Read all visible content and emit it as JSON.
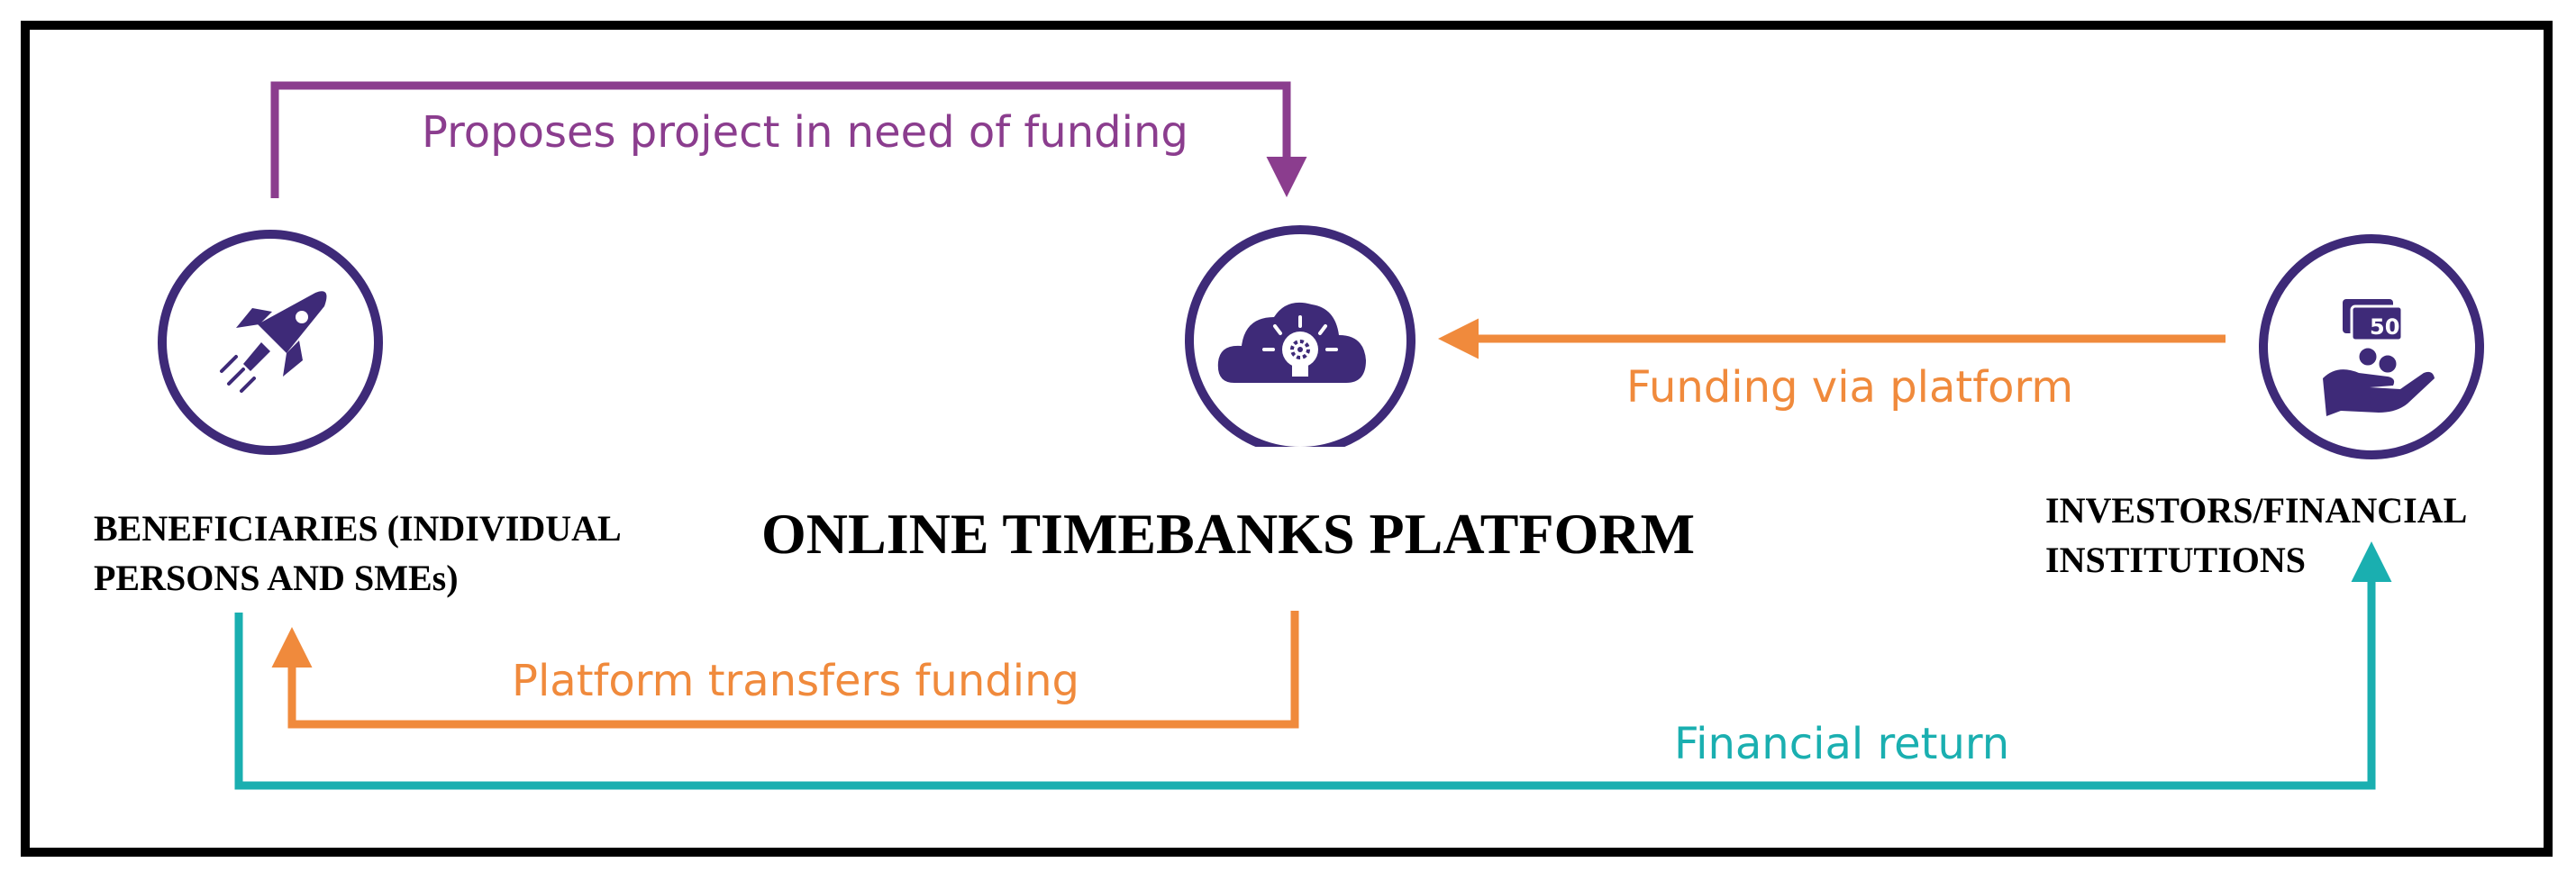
{
  "diagram": {
    "colors": {
      "purple": "#8B3D8E",
      "orange": "#F08A3C",
      "teal": "#1AAFB0",
      "icon_purple": "#3E2A78",
      "frame": "#000000"
    },
    "nodes": {
      "beneficiaries": {
        "line1": "BENEFICIARIES (INDIVIDUAL",
        "line2": "PERSONS AND SMEs)",
        "icon": "rocket-icon"
      },
      "platform": {
        "label": "ONLINE TIMEBANKS PLATFORM",
        "icon": "cloud-lightbulb-gear-icon"
      },
      "investors": {
        "line1": "INVESTORS/FINANCIAL",
        "line2": "INSTITUTIONS",
        "icon": "hand-money-icon",
        "banknote_value": "50"
      }
    },
    "flows": {
      "proposes": {
        "label": "Proposes project in need of funding",
        "color": "purple"
      },
      "funding_via_platform": {
        "label": "Funding via platform",
        "color": "orange"
      },
      "platform_transfers": {
        "label": "Platform transfers funding",
        "color": "orange"
      },
      "financial_return": {
        "label": "Financial return",
        "color": "teal"
      }
    }
  }
}
